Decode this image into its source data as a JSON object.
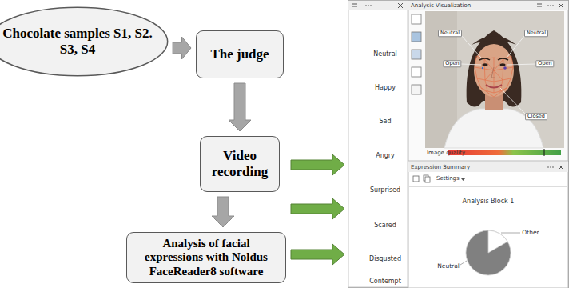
{
  "diagram": {
    "nodes": [
      {
        "text": [
          "Chocolate samples S1, S2. S3, S4"
        ]
      },
      {
        "text": [
          "The judge"
        ]
      },
      {
        "text": [
          "Video recording"
        ]
      },
      {
        "text": [
          "Analysis of facial expressions with Noldus FaceReader8 software"
        ]
      }
    ],
    "edges": [
      {
        "from": 0,
        "to": 1,
        "arrow": "to"
      },
      {
        "from": 1,
        "to": 2,
        "arrow": "to"
      },
      {
        "from": 2,
        "to": 3,
        "arrow": "to"
      }
    ],
    "labels": [
      "Neutral",
      "Happy",
      "Sad",
      "Angry",
      "Surprised",
      "Scared",
      "Disgusted",
      "Contempt",
      "Analysis Visualization",
      "Neutral",
      "Neutral",
      "Open",
      "Open",
      "Closed",
      "Image quality",
      "Expression Summary",
      "Settings",
      "Analysis Block 1",
      "Other",
      "Neutral"
    ]
  }
}
